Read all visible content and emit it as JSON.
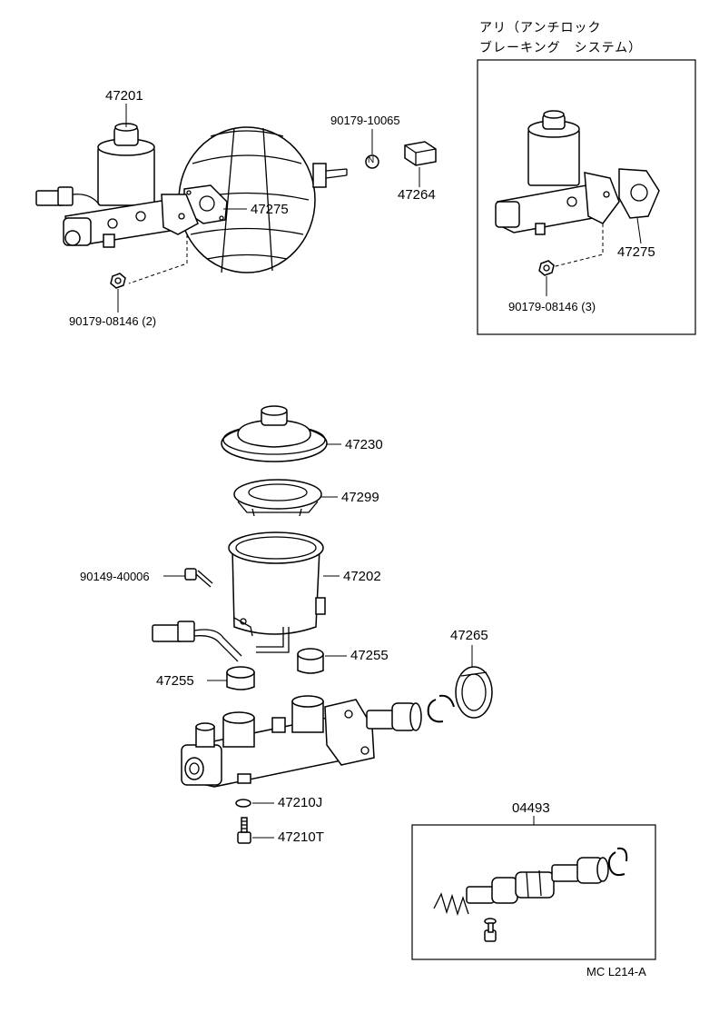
{
  "abs_box": {
    "title_line1": "アリ（アンチロック",
    "title_line2": "ブレーキング　システム）",
    "labels": {
      "gasket": "47275",
      "nut": "90179-08146 (3)"
    }
  },
  "top_assembly": {
    "labels": {
      "master_cylinder": "47201",
      "gasket": "47275",
      "nut": "90179-08146 (2)",
      "nut_small": "90179-10065",
      "clip": "47264"
    },
    "nut_mark": "N"
  },
  "exploded": {
    "labels": {
      "cap": "47230",
      "strainer": "47299",
      "reservoir": "47202",
      "screw": "90149-40006",
      "grommet_right": "47255",
      "grommet_left": "47255",
      "cup": "47265",
      "gasket_j": "47210J",
      "bolt_t": "47210T"
    }
  },
  "kit": {
    "label": "04493"
  },
  "footer": {
    "code": "MC L214-A"
  }
}
